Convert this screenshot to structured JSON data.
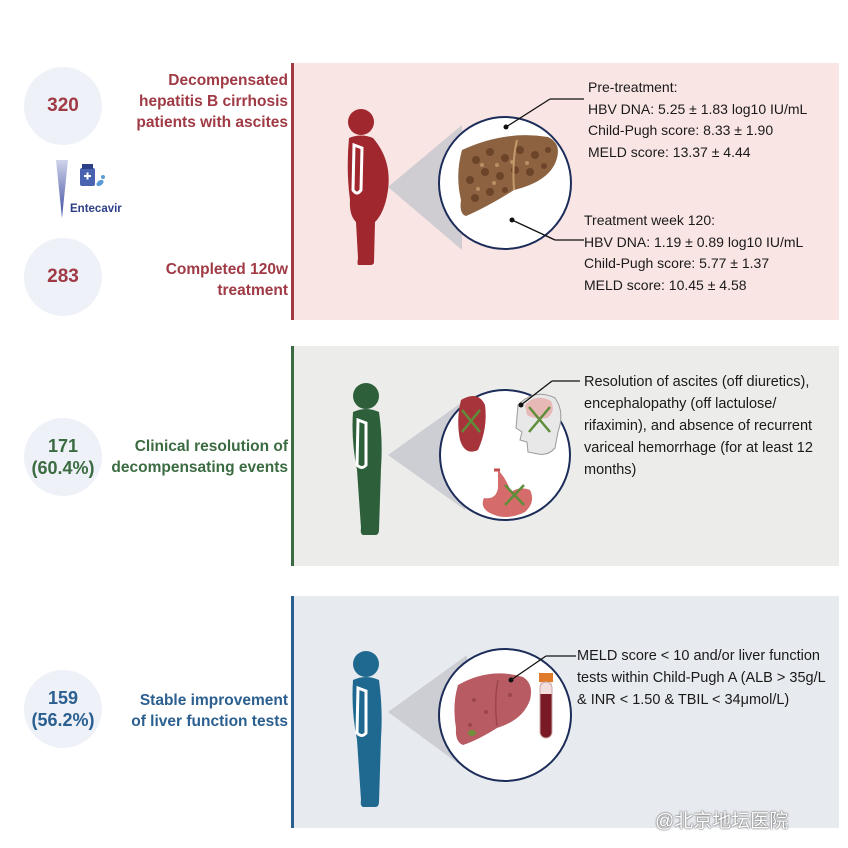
{
  "colors": {
    "red": "#a03a45",
    "green": "#3b6b41",
    "blue": "#2a5f90",
    "panel_red": "#f9e5e4",
    "panel_green": "#ececea",
    "panel_blue": "#e7eaee"
  },
  "row1": {
    "count_start": "320",
    "label_start": [
      "Decompensated",
      "hepatitis B cirrhosis",
      "patients with ascites"
    ],
    "drug": "Entecavir",
    "count_complete": "283",
    "label_complete": [
      "Completed 120w",
      "treatment"
    ],
    "pre_title": "Pre-treatment:",
    "pre_lines": [
      "HBV DNA: 5.25 ± 1.83 log10 IU/mL",
      "Child-Pugh score: 8.33 ± 1.90",
      "MELD score: 13.37 ± 4.44"
    ],
    "post_title": "Treatment week 120:",
    "post_lines": [
      "HBV DNA: 1.19 ± 0.89 log10 IU/mL",
      "Child-Pugh score: 5.77 ± 1.37",
      "MELD score: 10.45 ± 4.58"
    ]
  },
  "row2": {
    "count": "171",
    "percent": "(60.4%)",
    "label": [
      "Clinical resolution of",
      "decompensating events"
    ],
    "note_lines": [
      "Resolution of ascites (off diuretics),",
      "encephalopathy (off lactulose/",
      "rifaximin), and absence of recurrent",
      "variceal hemorrhage (for at least 12",
      "months)"
    ]
  },
  "row3": {
    "count": "159",
    "percent": "(56.2%)",
    "label": [
      "Stable improvement",
      "of liver function tests"
    ],
    "note_lines": [
      "MELD score < 10 and/or liver function",
      "tests within Child-Pugh A (ALB > 35g/L",
      "& INR < 1.50 & TBIL < 34μmol/L)"
    ]
  },
  "watermark": "@北京地坛医院"
}
